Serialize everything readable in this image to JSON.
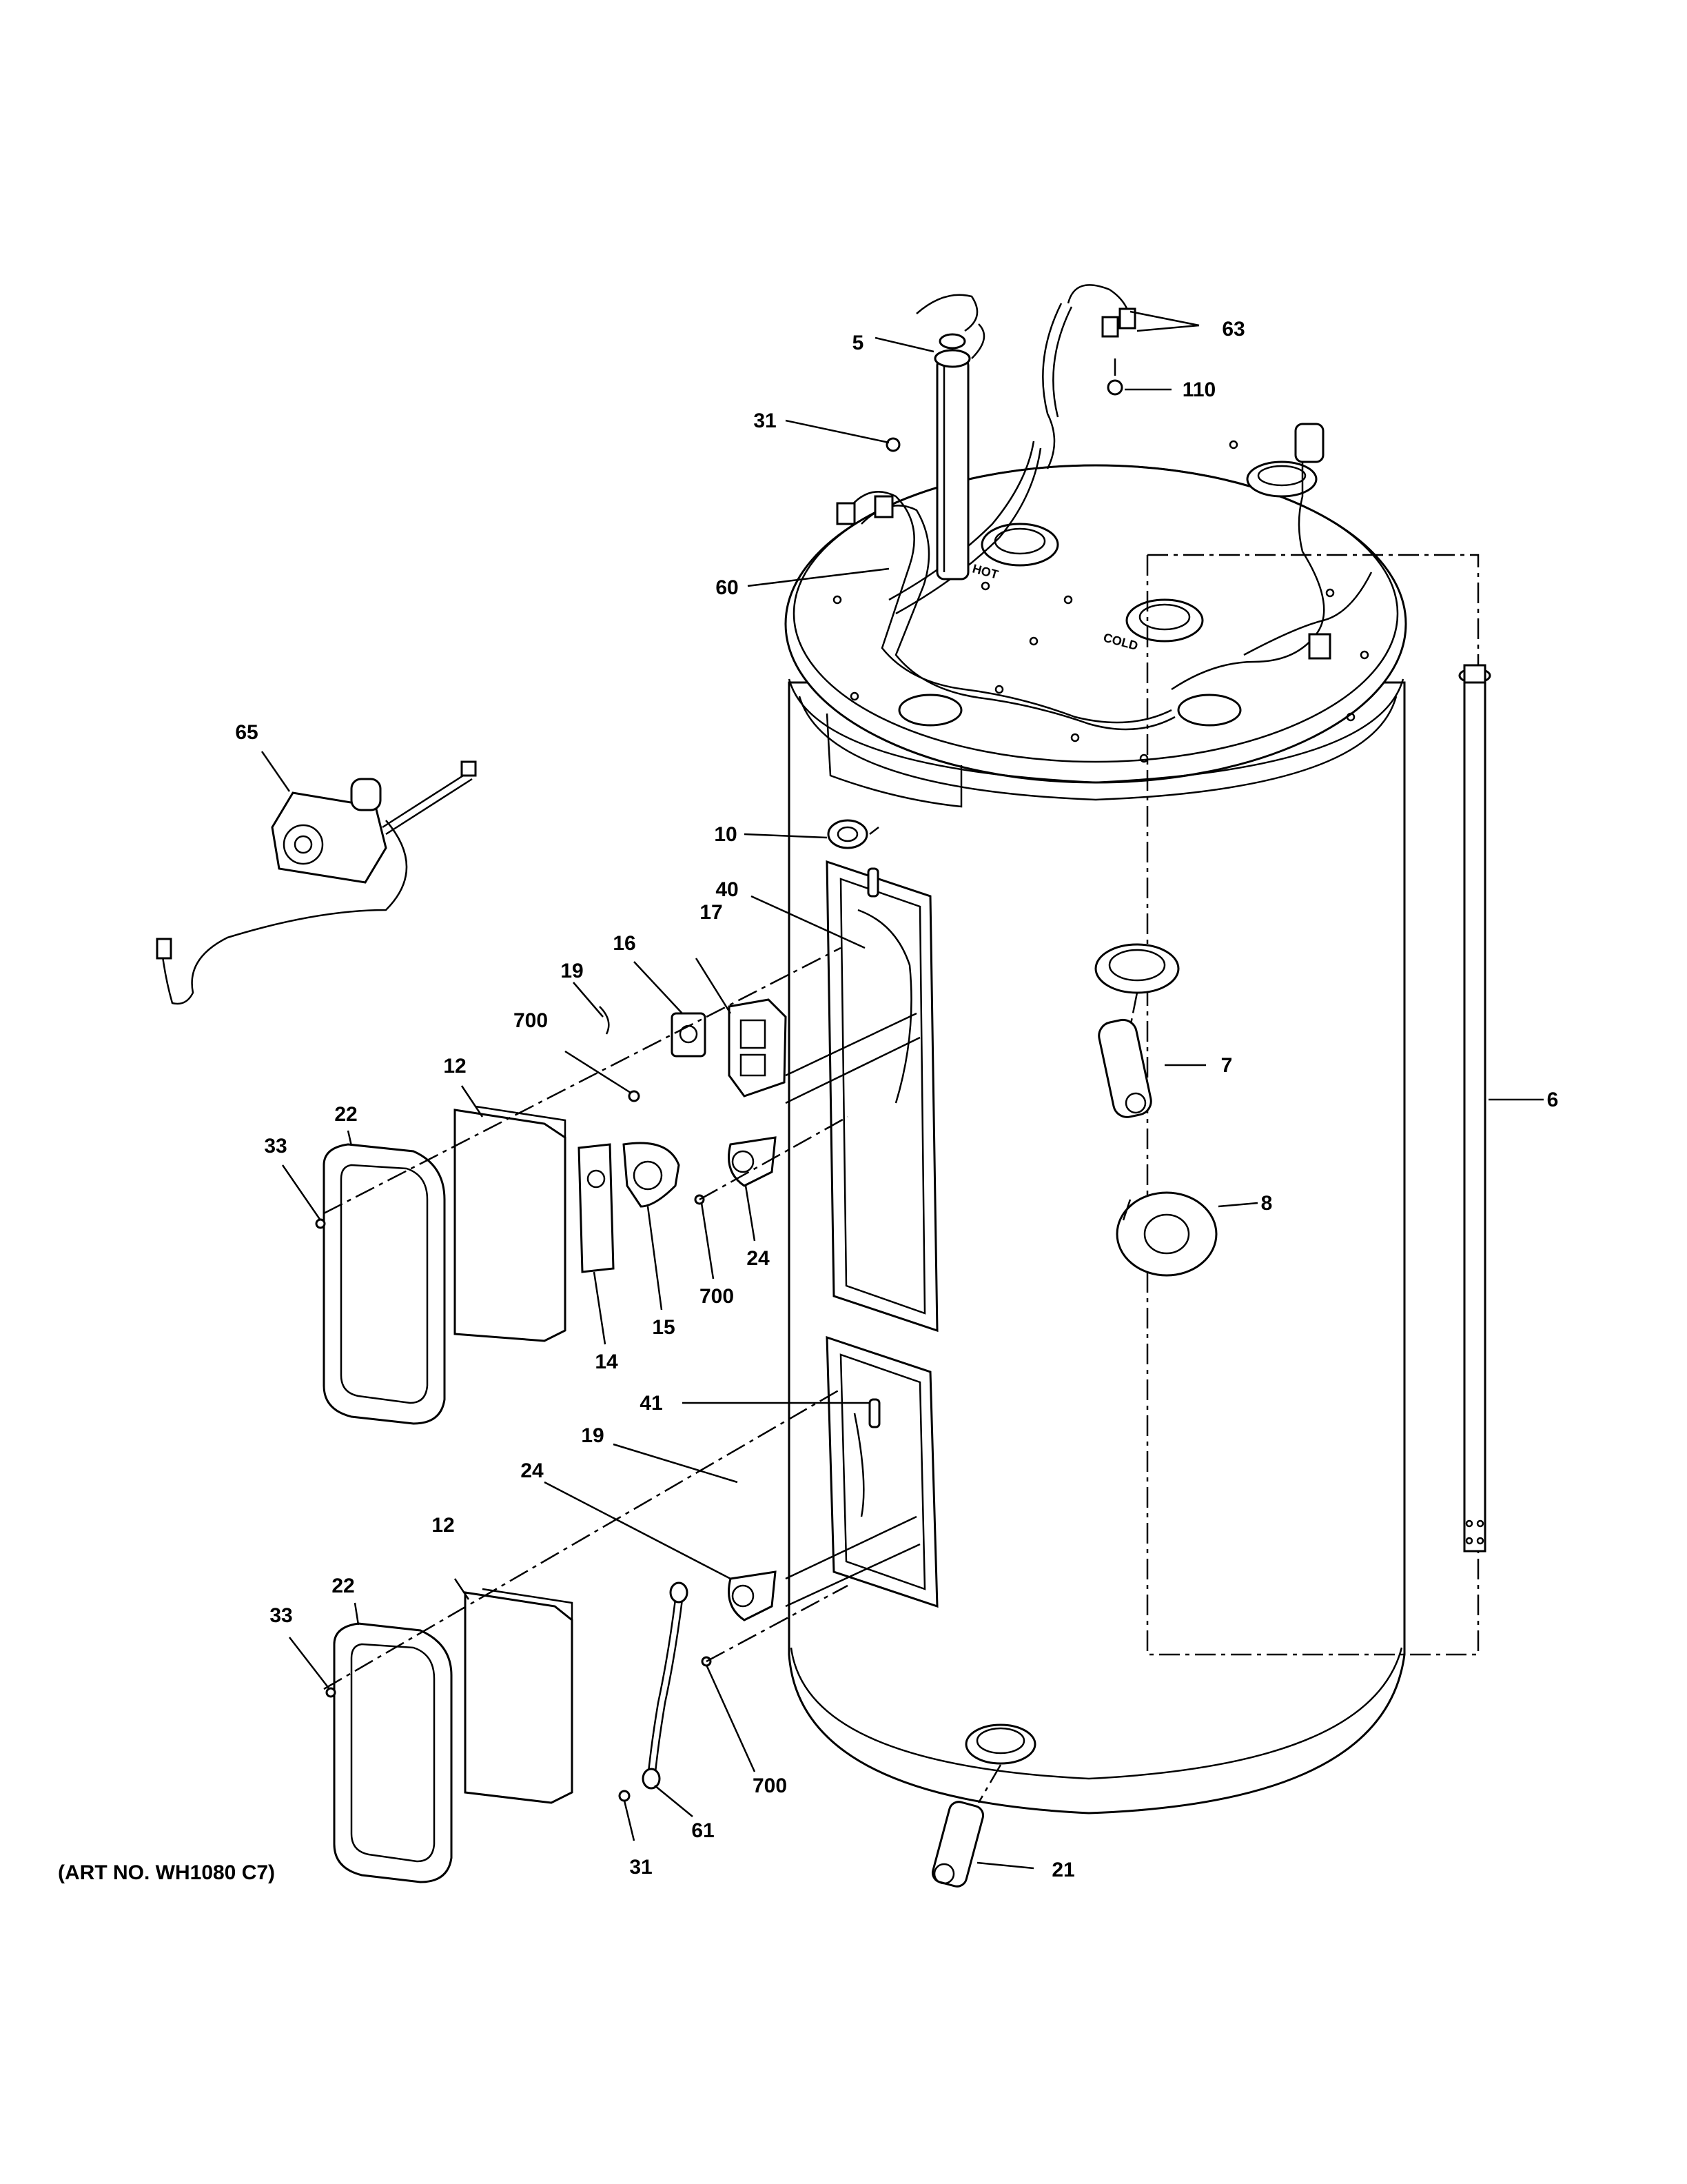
{
  "diagram": {
    "art_number": "(ART NO. WH1080 C7)",
    "callouts": {
      "c5": "5",
      "c31_top": "31",
      "c60": "60",
      "c63": "63",
      "c110": "110",
      "c65": "65",
      "c10": "10",
      "c40": "40",
      "c17": "17",
      "c16": "16",
      "c19_upper": "19",
      "c700_upper_left": "700",
      "c12_upper": "12",
      "c22_upper": "22",
      "c33_upper": "33",
      "c14": "14",
      "c15": "15",
      "c700_upper_right": "700",
      "c24_upper": "24",
      "c7": "7",
      "c8": "8",
      "c6": "6",
      "c41": "41",
      "c19_lower": "19",
      "c24_lower": "24",
      "c12_lower": "12",
      "c22_lower": "22",
      "c33_lower": "33",
      "c700_lower": "700",
      "c61": "61",
      "c31_bottom": "31",
      "c21": "21"
    }
  }
}
